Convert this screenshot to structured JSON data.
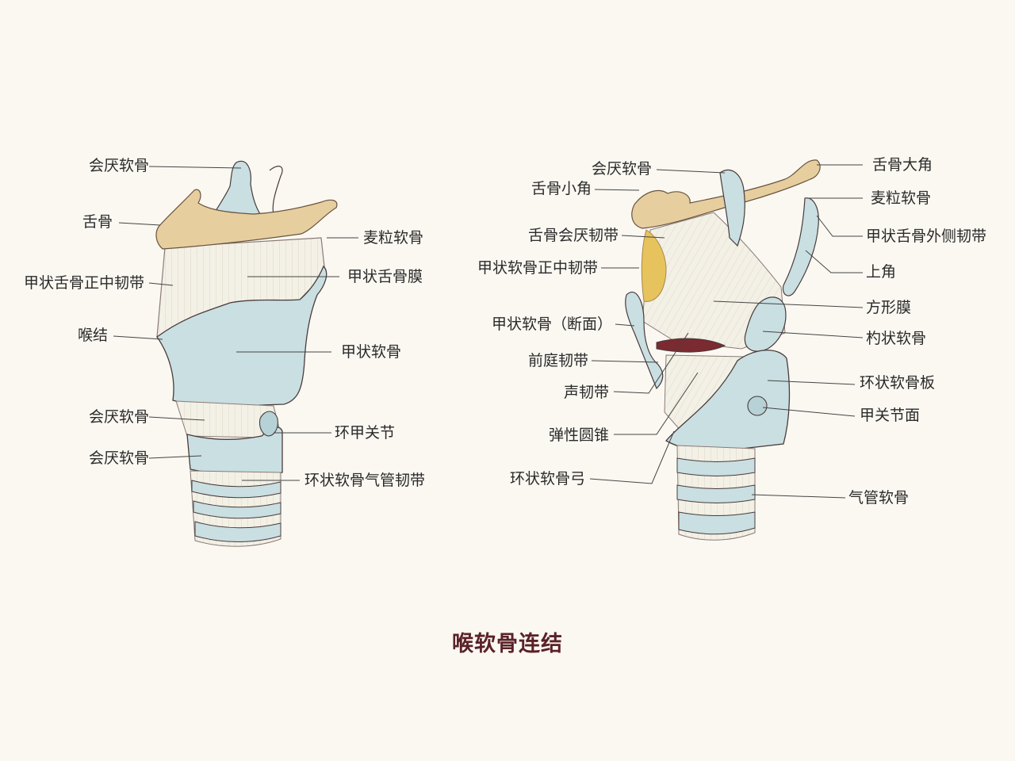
{
  "title": "喉软骨连结",
  "left_labels": {
    "epiglottis_top": "会厌软骨",
    "hyoid": "舌骨",
    "median_thyrohyoid": "甲状舌骨正中韧带",
    "prominence": "喉结",
    "epiglottis_mid": "会厌软骨",
    "epiglottis_low": "会厌软骨",
    "triticeous": "麦粒软骨",
    "thyrohyoid_membrane": "甲状舌骨膜",
    "thyroid": "甲状软骨",
    "cricothyroid_joint": "环甲关节",
    "cricotracheal_ligament": "环状软骨气管韧带"
  },
  "right_labels": {
    "epiglottis": "会厌软骨",
    "lesser_horn": "舌骨小角",
    "hyoepiglottic": "舌骨会厌韧带",
    "median_thyroid": "甲状软骨正中韧带",
    "thyroid_section": "甲状软骨（断面）",
    "vestibular": "前庭韧带",
    "vocal": "声韧带",
    "conus_elasticus": "弹性圆锥",
    "cricoid_arch": "环状软骨弓",
    "greater_horn": "舌骨大角",
    "triticeous": "麦粒软骨",
    "lateral_thyrohyoid": "甲状舌骨外侧韧带",
    "superior_horn": "上角",
    "quadrangular": "方形膜",
    "arytenoid": "杓状软骨",
    "cricoid_lamina": "环状软骨板",
    "articular_facet": "甲关节面",
    "tracheal": "气管软骨"
  },
  "colors": {
    "background": "#fbf8f2",
    "cartilage": "#c9dfe2",
    "ligament": "#f2efe4",
    "bone": "#e6ce9f",
    "fat": "#e6c35d",
    "title": "#5a2228",
    "outline": "#4a3b3b"
  }
}
